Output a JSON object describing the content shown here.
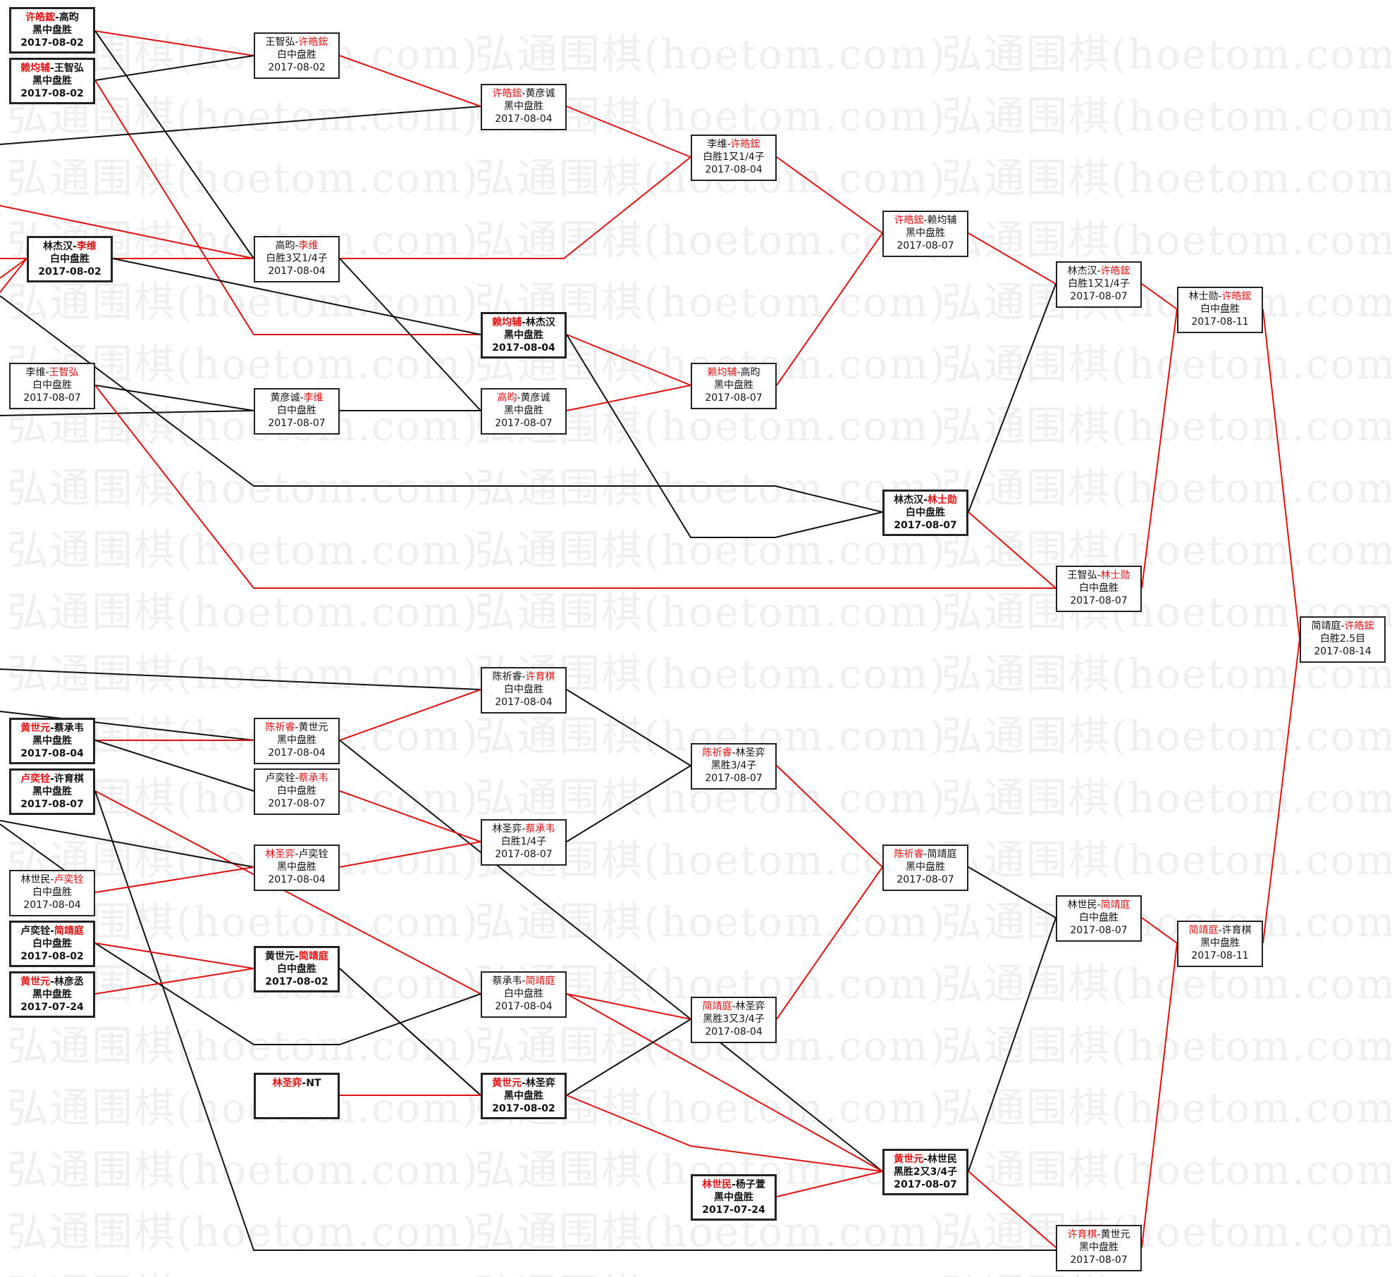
{
  "watermark_text": "弘通围棋(hoetom.com)",
  "colors": {
    "winner": "#e01010",
    "loser": "#111111",
    "border": "#222222"
  },
  "matches": [
    {
      "id": "m1",
      "p1": "许皓鋐",
      "p2": "高昀",
      "winner": 1,
      "result": "黑中盘胜",
      "date": "2017-08-02"
    },
    {
      "id": "m2",
      "p1": "赖均辅",
      "p2": "王智弘",
      "winner": 1,
      "result": "黑中盘胜",
      "date": "2017-08-02"
    },
    {
      "id": "m3",
      "p1": "林杰汉",
      "p2": "李维",
      "winner": 2,
      "result": "白中盘胜",
      "date": "2017-08-02"
    },
    {
      "id": "m4",
      "p1": "李维",
      "p2": "王智弘",
      "winner": 2,
      "result": "白中盘胜",
      "date": "2017-08-07"
    },
    {
      "id": "m5",
      "p1": "王智弘",
      "p2": "许皓鋐",
      "winner": 2,
      "result": "白中盘胜",
      "date": "2017-08-02"
    },
    {
      "id": "m6",
      "p1": "高昀",
      "p2": "李维",
      "winner": 2,
      "result": "白胜3又1/4子",
      "date": "2017-08-04"
    },
    {
      "id": "m7",
      "p1": "黄彦诚",
      "p2": "李维",
      "winner": 2,
      "result": "白中盘胜",
      "date": "2017-08-07"
    },
    {
      "id": "m8",
      "p1": "许皓鋐",
      "p2": "黄彦诚",
      "winner": 1,
      "result": "黑中盘胜",
      "date": "2017-08-04"
    },
    {
      "id": "m9",
      "p1": "赖均辅",
      "p2": "林杰汉",
      "winner": 1,
      "result": "黑中盘胜",
      "date": "2017-08-04"
    },
    {
      "id": "m10",
      "p1": "高昀",
      "p2": "黄彦诚",
      "winner": 1,
      "result": "黑中盘胜",
      "date": "2017-08-07"
    },
    {
      "id": "m11",
      "p1": "李维",
      "p2": "许皓鋐",
      "winner": 2,
      "result": "白胜1又1/4子",
      "date": "2017-08-04"
    },
    {
      "id": "m12",
      "p1": "赖均辅",
      "p2": "高昀",
      "winner": 1,
      "result": "黑中盘胜",
      "date": "2017-08-07"
    },
    {
      "id": "m13",
      "p1": "许皓鋐",
      "p2": "赖均辅",
      "winner": 1,
      "result": "黑中盘胜",
      "date": "2017-08-07"
    },
    {
      "id": "m14",
      "p1": "林杰汉",
      "p2": "林士勋",
      "winner": 2,
      "result": "白中盘胜",
      "date": "2017-08-07"
    },
    {
      "id": "m15",
      "p1": "林杰汉",
      "p2": "许皓鋐",
      "winner": 2,
      "result": "白胜1又1/4子",
      "date": "2017-08-07"
    },
    {
      "id": "m16",
      "p1": "王智弘",
      "p2": "林士勋",
      "winner": 2,
      "result": "白中盘胜",
      "date": "2017-08-07"
    },
    {
      "id": "m17",
      "p1": "林士勋",
      "p2": "许皓鋐",
      "winner": 2,
      "result": "白中盘胜",
      "date": "2017-08-11"
    },
    {
      "id": "m18",
      "p1": "简靖庭",
      "p2": "许皓鋐",
      "winner": 2,
      "result": "白胜2.5目",
      "date": "2017-08-14"
    },
    {
      "id": "m19",
      "p1": "黄世元",
      "p2": "蔡承韦",
      "winner": 1,
      "result": "黑中盘胜",
      "date": "2017-08-04"
    },
    {
      "id": "m20",
      "p1": "卢奕铨",
      "p2": "许育棋",
      "winner": 1,
      "result": "黑中盘胜",
      "date": "2017-08-07"
    },
    {
      "id": "m21",
      "p1": "林世民",
      "p2": "卢奕铨",
      "winner": 2,
      "result": "白中盘胜",
      "date": "2017-08-04"
    },
    {
      "id": "m22",
      "p1": "卢奕铨",
      "p2": "简靖庭",
      "winner": 2,
      "result": "白中盘胜",
      "date": "2017-08-02"
    },
    {
      "id": "m23",
      "p1": "黄世元",
      "p2": "林彦丞",
      "winner": 1,
      "result": "黑中盘胜",
      "date": "2017-07-24"
    },
    {
      "id": "m24",
      "p1": "陈祈睿",
      "p2": "黄世元",
      "winner": 1,
      "result": "黑中盘胜",
      "date": "2017-08-04"
    },
    {
      "id": "m25",
      "p1": "卢奕铨",
      "p2": "蔡承韦",
      "winner": 2,
      "result": "白中盘胜",
      "date": "2017-08-07"
    },
    {
      "id": "m26",
      "p1": "林圣弈",
      "p2": "卢奕铨",
      "winner": 1,
      "result": "黑中盘胜",
      "date": "2017-08-04"
    },
    {
      "id": "m27",
      "p1": "黄世元",
      "p2": "简靖庭",
      "winner": 2,
      "result": "白中盘胜",
      "date": "2017-08-02"
    },
    {
      "id": "m28",
      "p1": "林圣弈",
      "p2": "NT",
      "winner": 1,
      "result": "",
      "date": ""
    },
    {
      "id": "m29",
      "p1": "陈祈睿",
      "p2": "许育棋",
      "winner": 2,
      "result": "白中盘胜",
      "date": "2017-08-04"
    },
    {
      "id": "m30",
      "p1": "林圣弈",
      "p2": "蔡承韦",
      "winner": 2,
      "result": "白胜1/4子",
      "date": "2017-08-07"
    },
    {
      "id": "m31",
      "p1": "蔡承韦",
      "p2": "简靖庭",
      "winner": 2,
      "result": "白中盘胜",
      "date": "2017-08-04"
    },
    {
      "id": "m32",
      "p1": "黄世元",
      "p2": "林圣弈",
      "winner": 1,
      "result": "黑中盘胜",
      "date": "2017-08-02"
    },
    {
      "id": "m33",
      "p1": "陈祈睿",
      "p2": "林圣弈",
      "winner": 1,
      "result": "黑胜3/4子",
      "date": "2017-08-07"
    },
    {
      "id": "m34",
      "p1": "简靖庭",
      "p2": "林圣弈",
      "winner": 1,
      "result": "黑胜3又3/4子",
      "date": "2017-08-04"
    },
    {
      "id": "m35",
      "p1": "林世民",
      "p2": "杨子萱",
      "winner": 1,
      "result": "黑中盘胜",
      "date": "2017-07-24"
    },
    {
      "id": "m36",
      "p1": "陈祈睿",
      "p2": "简靖庭",
      "winner": 1,
      "result": "黑中盘胜",
      "date": "2017-08-07"
    },
    {
      "id": "m37",
      "p1": "黄世元",
      "p2": "林世民",
      "winner": 1,
      "result": "黑胜2又3/4子",
      "date": "2017-08-07"
    },
    {
      "id": "m38",
      "p1": "林世民",
      "p2": "简靖庭",
      "winner": 2,
      "result": "白中盘胜",
      "date": "2017-08-07"
    },
    {
      "id": "m39",
      "p1": "许育棋",
      "p2": "黄世元",
      "winner": 1,
      "result": "黑中盘胜",
      "date": "2017-08-07"
    },
    {
      "id": "m40",
      "p1": "简靖庭",
      "p2": "许育棋",
      "winner": 1,
      "result": "黑中盘胜",
      "date": "2017-08-11"
    }
  ]
}
